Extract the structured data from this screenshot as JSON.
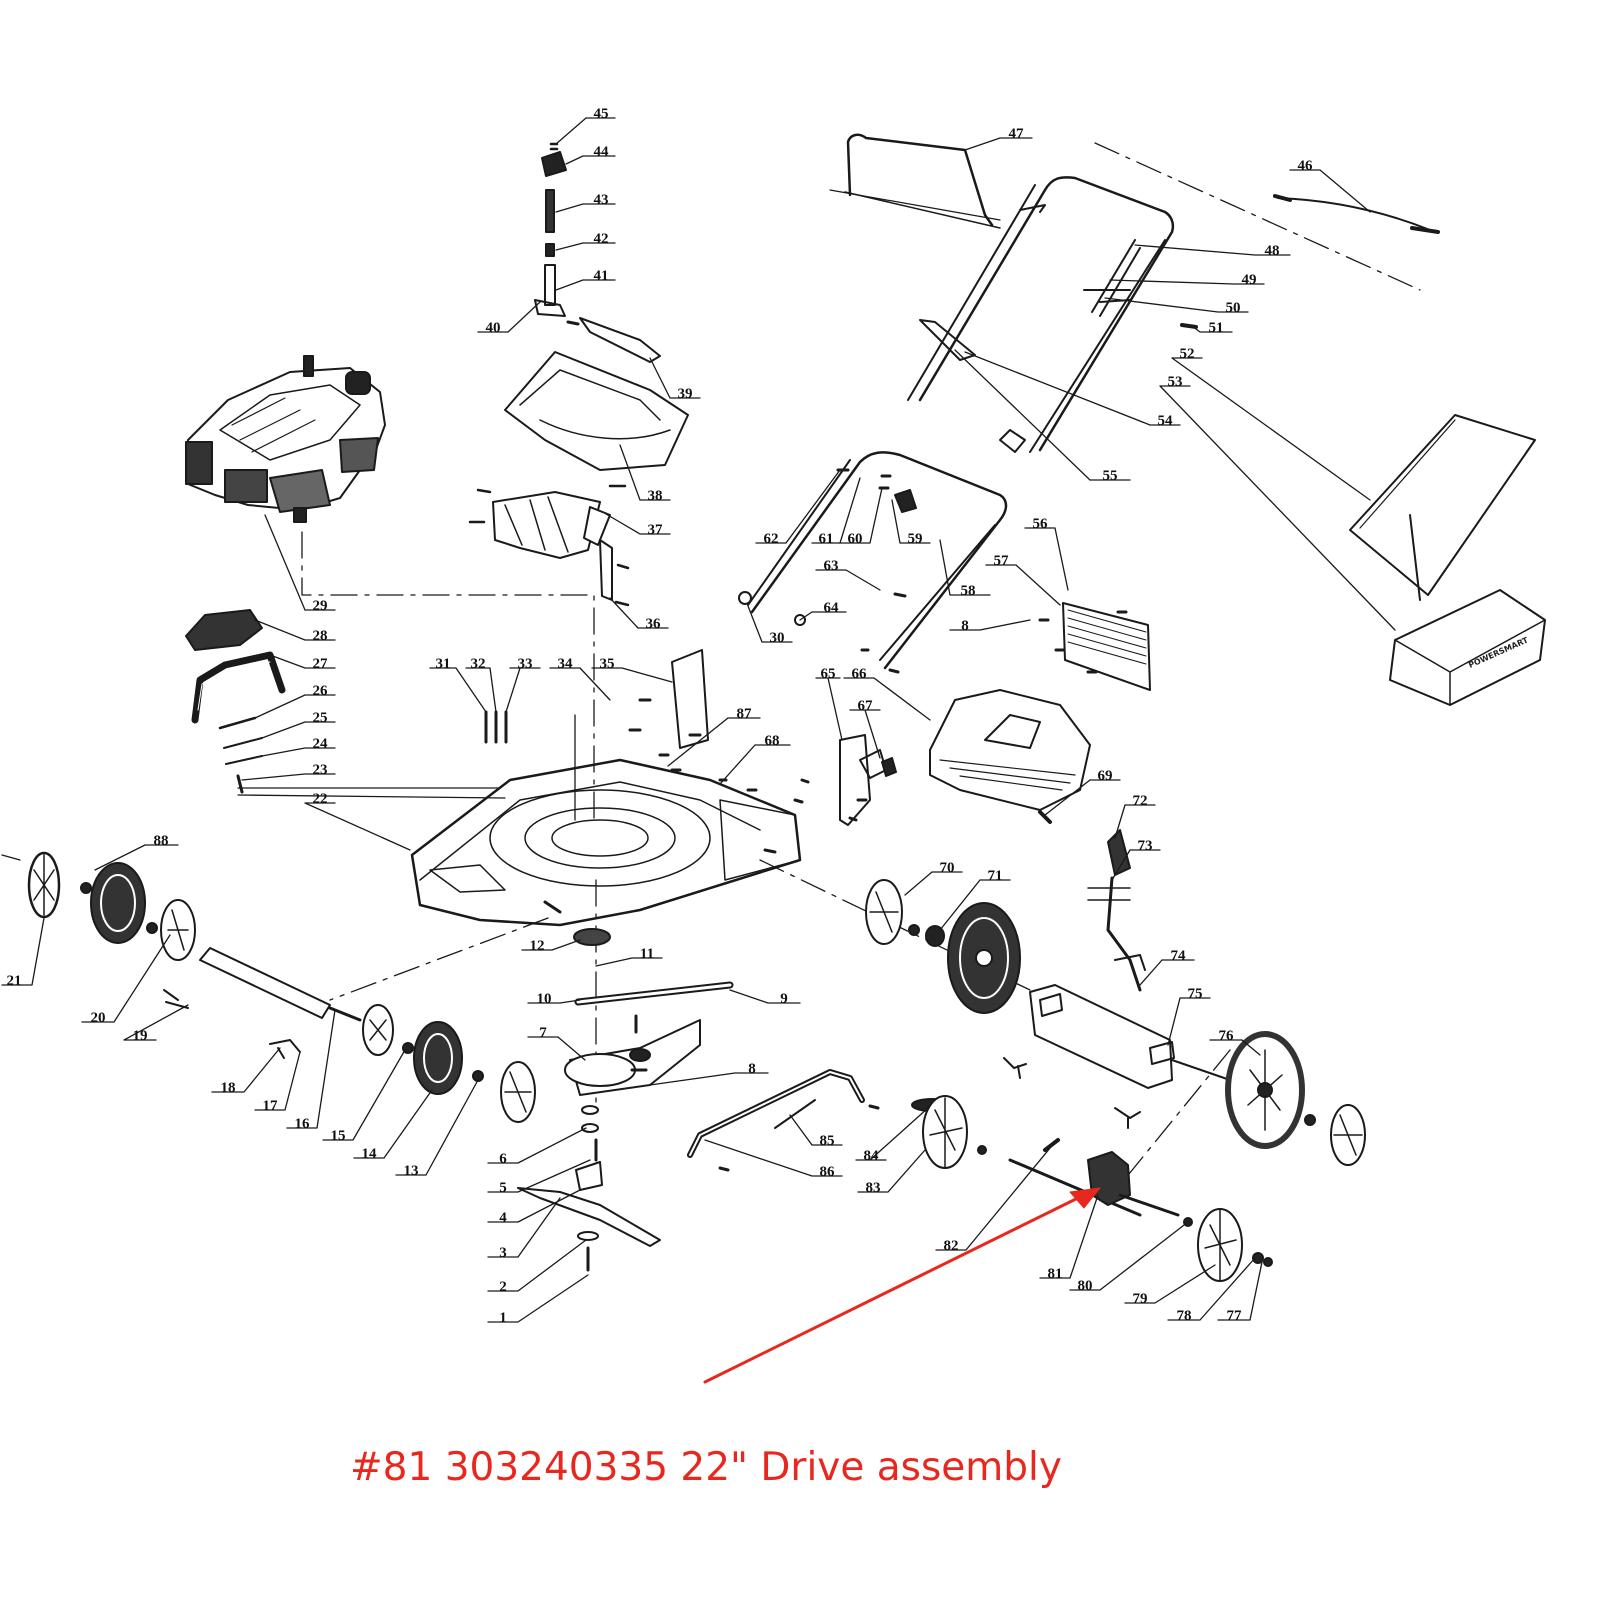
{
  "caption": {
    "text": "#81 303240335 22\" Drive assembly",
    "color": "#e8281e"
  },
  "arrow_color": "#e8281e",
  "line_color": "#1a1a1a",
  "brand_mark": "POWERSMART",
  "callouts": [
    {
      "id": "1",
      "text": "1"
    },
    {
      "id": "2",
      "text": "2"
    },
    {
      "id": "3",
      "text": "3"
    },
    {
      "id": "4",
      "text": "4"
    },
    {
      "id": "5",
      "text": "5"
    },
    {
      "id": "6",
      "text": "6"
    },
    {
      "id": "7",
      "text": "7"
    },
    {
      "id": "8a",
      "text": "8"
    },
    {
      "id": "8b",
      "text": "8"
    },
    {
      "id": "9",
      "text": "9"
    },
    {
      "id": "10",
      "text": "10"
    },
    {
      "id": "11",
      "text": "11"
    },
    {
      "id": "12",
      "text": "12"
    },
    {
      "id": "13",
      "text": "13"
    },
    {
      "id": "14",
      "text": "14"
    },
    {
      "id": "15",
      "text": "15"
    },
    {
      "id": "16",
      "text": "16"
    },
    {
      "id": "17",
      "text": "17"
    },
    {
      "id": "18",
      "text": "18"
    },
    {
      "id": "19",
      "text": "19"
    },
    {
      "id": "20",
      "text": "20"
    },
    {
      "id": "21",
      "text": "21"
    },
    {
      "id": "22",
      "text": "22"
    },
    {
      "id": "23",
      "text": "23"
    },
    {
      "id": "24",
      "text": "24"
    },
    {
      "id": "25",
      "text": "25"
    },
    {
      "id": "26",
      "text": "26"
    },
    {
      "id": "27",
      "text": "27"
    },
    {
      "id": "28",
      "text": "28"
    },
    {
      "id": "29",
      "text": "29"
    },
    {
      "id": "30",
      "text": "30"
    },
    {
      "id": "31",
      "text": "31"
    },
    {
      "id": "32",
      "text": "32"
    },
    {
      "id": "33",
      "text": "33"
    },
    {
      "id": "34",
      "text": "34"
    },
    {
      "id": "35",
      "text": "35"
    },
    {
      "id": "36",
      "text": "36"
    },
    {
      "id": "37",
      "text": "37"
    },
    {
      "id": "38",
      "text": "38"
    },
    {
      "id": "39",
      "text": "39"
    },
    {
      "id": "40",
      "text": "40"
    },
    {
      "id": "41",
      "text": "41"
    },
    {
      "id": "42",
      "text": "42"
    },
    {
      "id": "43",
      "text": "43"
    },
    {
      "id": "44",
      "text": "44"
    },
    {
      "id": "45",
      "text": "45"
    },
    {
      "id": "46",
      "text": "46"
    },
    {
      "id": "47",
      "text": "47"
    },
    {
      "id": "48",
      "text": "48"
    },
    {
      "id": "49",
      "text": "49"
    },
    {
      "id": "50",
      "text": "50"
    },
    {
      "id": "51",
      "text": "51"
    },
    {
      "id": "52",
      "text": "52"
    },
    {
      "id": "53",
      "text": "53"
    },
    {
      "id": "54",
      "text": "54"
    },
    {
      "id": "55",
      "text": "55"
    },
    {
      "id": "56",
      "text": "56"
    },
    {
      "id": "57",
      "text": "57"
    },
    {
      "id": "58",
      "text": "58"
    },
    {
      "id": "59",
      "text": "59"
    },
    {
      "id": "60",
      "text": "60"
    },
    {
      "id": "61",
      "text": "61"
    },
    {
      "id": "62",
      "text": "62"
    },
    {
      "id": "63",
      "text": "63"
    },
    {
      "id": "64",
      "text": "64"
    },
    {
      "id": "65",
      "text": "65"
    },
    {
      "id": "66",
      "text": "66"
    },
    {
      "id": "67",
      "text": "67"
    },
    {
      "id": "68",
      "text": "68"
    },
    {
      "id": "69",
      "text": "69"
    },
    {
      "id": "70",
      "text": "70"
    },
    {
      "id": "71",
      "text": "71"
    },
    {
      "id": "72",
      "text": "72"
    },
    {
      "id": "73",
      "text": "73"
    },
    {
      "id": "74",
      "text": "74"
    },
    {
      "id": "75",
      "text": "75"
    },
    {
      "id": "76",
      "text": "76"
    },
    {
      "id": "77",
      "text": "77"
    },
    {
      "id": "78",
      "text": "78"
    },
    {
      "id": "79",
      "text": "79"
    },
    {
      "id": "80",
      "text": "80"
    },
    {
      "id": "81",
      "text": "81"
    },
    {
      "id": "82",
      "text": "82"
    },
    {
      "id": "83",
      "text": "83"
    },
    {
      "id": "84",
      "text": "84"
    },
    {
      "id": "85",
      "text": "85"
    },
    {
      "id": "86",
      "text": "86"
    },
    {
      "id": "87",
      "text": "87"
    },
    {
      "id": "88",
      "text": "88"
    }
  ]
}
